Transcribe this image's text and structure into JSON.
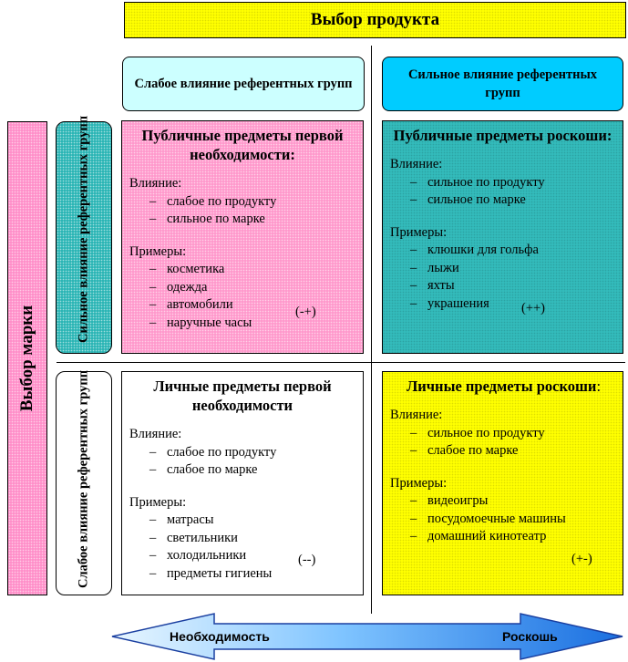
{
  "header": {
    "title": "Выбор продукта"
  },
  "columns": {
    "weak": "Слабое влияние референтных групп",
    "strong": "Сильное влияние референтных групп"
  },
  "side": {
    "label": "Выбор марки"
  },
  "rows": {
    "strong": "Сильное влияние референтных групп",
    "weak": "Слабое влияние референтных групп"
  },
  "quadrants": {
    "public_necessity": {
      "title": "Публичные предметы первой необходимости:",
      "influence_label": "Влияние:",
      "influence": [
        "слабое по продукту",
        "сильное по марке"
      ],
      "examples_label": "Примеры:",
      "examples": [
        "косметика",
        "одежда",
        "автомобили",
        "наручные часы"
      ],
      "note": "(-+)"
    },
    "public_luxury": {
      "title": "Публичные предметы роскоши:",
      "influence_label": "Влияние:",
      "influence": [
        "сильное по продукту",
        "сильное по марке"
      ],
      "examples_label": "Примеры:",
      "examples": [
        "клюшки для гольфа",
        "лыжи",
        "яхты",
        "украшения"
      ],
      "note": "(++)"
    },
    "private_necessity": {
      "title": "Личные предметы первой необходимости",
      "influence_label": "Влияние:",
      "influence": [
        "слабое по продукту",
        "слабое по марке"
      ],
      "examples_label": "Примеры:",
      "examples": [
        "матрасы",
        "светильники",
        "холодильники",
        "предметы гигиены"
      ],
      "note": "(--)"
    },
    "private_luxury": {
      "title": "Личные предметы роскоши",
      "title_suffix": ":",
      "influence_label": "Влияние:",
      "influence": [
        "сильное по продукту",
        "слабое по марке"
      ],
      "examples_label": "Примеры:",
      "examples": [
        "видеоигры",
        "посудомоечные машины",
        "домашний кинотеатр"
      ],
      "note": "(+-)"
    }
  },
  "arrow": {
    "left": "Необходимость",
    "right": "Роскошь"
  }
}
